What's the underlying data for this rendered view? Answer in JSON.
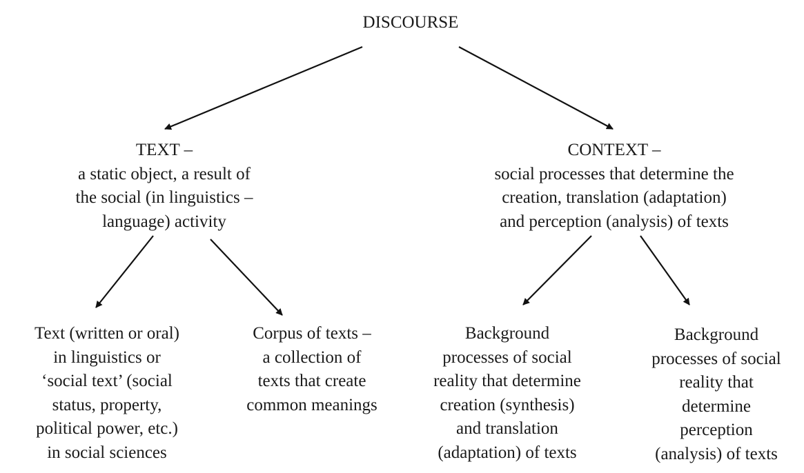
{
  "root": {
    "label": "DISCOURSE"
  },
  "text_node": {
    "lines": [
      "TEXT –",
      "a static object, a result of",
      "the social (in linguistics –",
      "language) activity"
    ]
  },
  "context_node": {
    "lines": [
      "CONTEXT –",
      "social processes that determine the",
      "creation, translation (adaptation)",
      "and perception (analysis) of texts"
    ]
  },
  "leaves": [
    {
      "lines": [
        "Text (written or oral)",
        "in linguistics or",
        "‘social text’ (social",
        "status, property,",
        "political power, etc.)",
        "in social sciences"
      ]
    },
    {
      "lines": [
        "Corpus of texts –",
        "a collection of",
        "texts that create",
        "common meanings"
      ]
    },
    {
      "lines": [
        "Background",
        "processes of social",
        "reality that determine",
        "creation (synthesis)",
        "and translation",
        "(adaptation) of texts"
      ]
    },
    {
      "lines": [
        "Background",
        "processes of social",
        "reality that",
        "determine",
        "perception",
        "(analysis) of texts"
      ]
    }
  ]
}
